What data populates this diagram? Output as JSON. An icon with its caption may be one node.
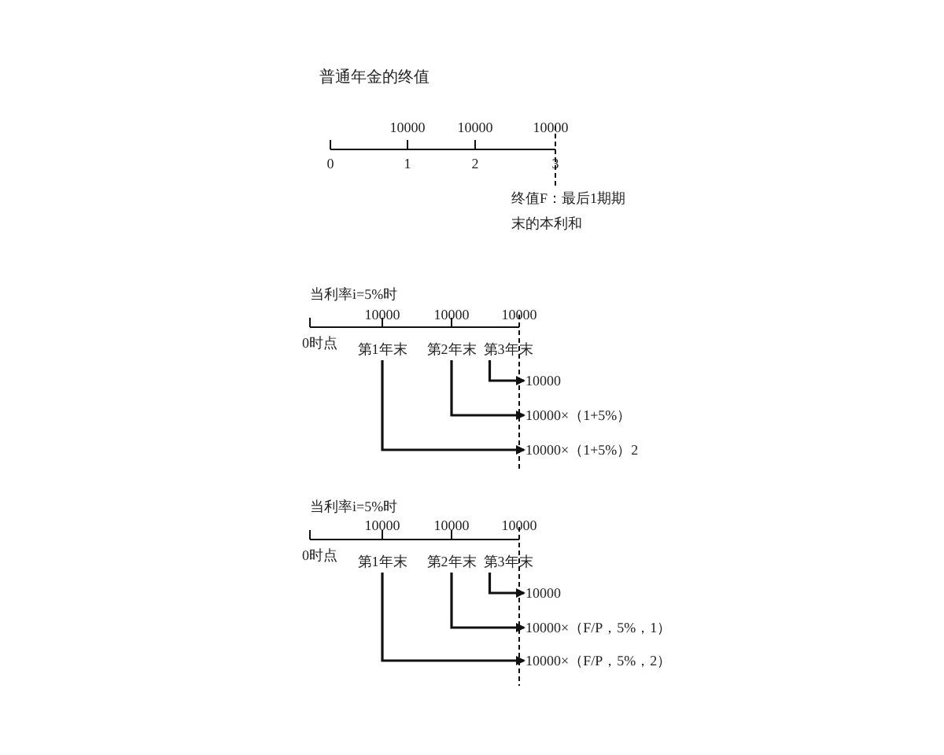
{
  "diagram": {
    "title": "普通年金的终值",
    "nodes": [
      {
        "text": [
          "第1年末"
        ]
      },
      {
        "text": [
          "第2年末"
        ]
      },
      {
        "text": [
          "第3年末"
        ]
      },
      {
        "text": [
          "10000"
        ]
      },
      {
        "text": [
          "10000×（1+5%）"
        ]
      },
      {
        "text": [
          "10000×（1+5%）2"
        ]
      },
      {
        "text": [
          "第1年末"
        ]
      },
      {
        "text": [
          "第2年末"
        ]
      },
      {
        "text": [
          "第3年末"
        ]
      },
      {
        "text": [
          "10000"
        ]
      },
      {
        "text": [
          "10000×（F/P，5%，1）"
        ]
      },
      {
        "text": [
          "10000×（F/P，5%，2）"
        ]
      }
    ],
    "edges": [
      {
        "from": 2,
        "to": 3,
        "arrow": "to"
      },
      {
        "from": 1,
        "to": 4,
        "arrow": "to"
      },
      {
        "from": 0,
        "to": 5,
        "arrow": "to"
      },
      {
        "from": 8,
        "to": 9,
        "arrow": "to"
      },
      {
        "from": 7,
        "to": 10,
        "arrow": "to"
      },
      {
        "from": 6,
        "to": 11,
        "arrow": "to"
      }
    ],
    "labels": [
      "10000",
      "10000",
      "10000",
      "0",
      "1",
      "2",
      "3",
      "终值F：最后1期期末的本利和",
      "当利率i=5%时",
      "10000",
      "10000",
      "10000",
      "0时点",
      "当利率i=5%时",
      "10000",
      "10000",
      "10000",
      "0时点"
    ]
  }
}
